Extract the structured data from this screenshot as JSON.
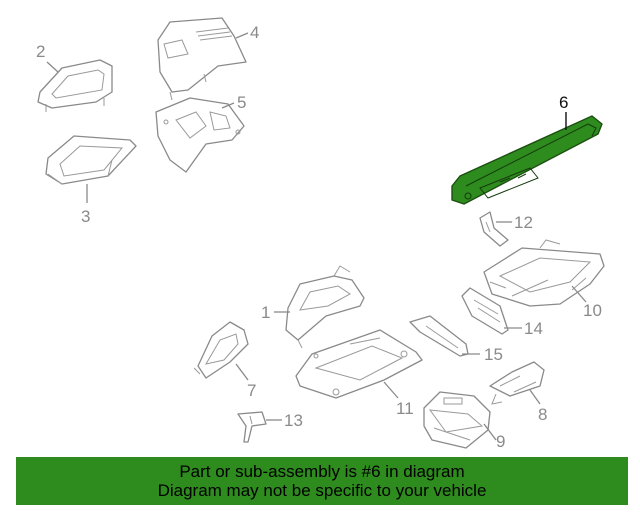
{
  "colors": {
    "highlight": "#2e8b1e",
    "banner": "#2e8b1e",
    "part_outline": "#8a8a8a",
    "highlight_label": "#111111"
  },
  "callouts": {
    "c1": "1",
    "c2": "2",
    "c3": "3",
    "c4": "4",
    "c5": "5",
    "c6": "6",
    "c7": "7",
    "c8": "8",
    "c9": "9",
    "c10": "10",
    "c11": "11",
    "c12": "12",
    "c13": "13",
    "c14": "14",
    "c15": "15"
  },
  "highlighted_part": "6",
  "banner": {
    "line1": "Part or sub-assembly is #6 in diagram",
    "line2": "Diagram may not be specific to your vehicle"
  }
}
